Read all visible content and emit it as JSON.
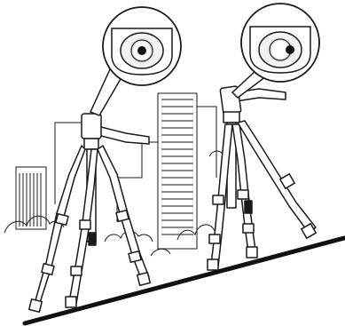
{
  "illustration": {
    "subject": "two-tripods-on-slope-with-level-indicators",
    "colors": {
      "ink": "#1a1a1a",
      "ground": "#111111",
      "paper": "#ffffff",
      "bubble_fill": "#f2f2f2",
      "lens_ring": "#cfcfcf"
    },
    "callouts": [
      {
        "name": "left-level-bubble",
        "bubble_state": "centered"
      },
      {
        "name": "right-level-bubble",
        "bubble_state": "off-center"
      }
    ]
  }
}
